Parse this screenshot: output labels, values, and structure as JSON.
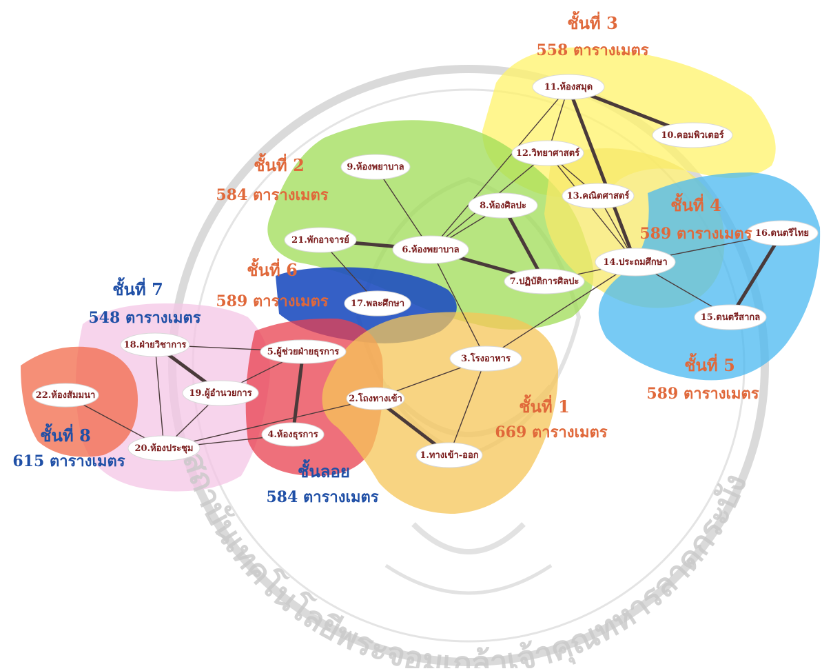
{
  "zones": [
    {
      "id": "f3",
      "title": "ชั้นที่ 3",
      "area": "558 ตารางเมตร",
      "color": "#fff36a"
    },
    {
      "id": "f2",
      "title": "ชั้นที่ 2",
      "area": "584  ตารางเมตร",
      "color": "#9fdc56"
    },
    {
      "id": "f4",
      "title": "ชั้นที่ 4",
      "area": "589 ตารางเมตร",
      "color": "#f7e86a"
    },
    {
      "id": "f5",
      "title": "ชั้นที่ 5",
      "area": "589 ตารางเมตร",
      "color": "#4ab8f0"
    },
    {
      "id": "f6",
      "title": "ชั้นที่ 6",
      "area": "589 ตารางเมตร",
      "color": "#1f4fc0"
    },
    {
      "id": "f7",
      "title": "ชั้นที่ 7",
      "area": "548  ตารางเมตร",
      "color": "#f4c6e6"
    },
    {
      "id": "f8",
      "title": "ชั้นที่ 8",
      "area": "615  ตารางเมตร",
      "color": "#f26a4a"
    },
    {
      "id": "mz",
      "title": "ชั้นลอย",
      "area": "584  ตารางเมตร",
      "color": "#e8404f"
    },
    {
      "id": "f1",
      "title": "ชั้นที่ 1",
      "area": "669  ตารางเมตร",
      "color": "#f5c558"
    }
  ],
  "rooms": [
    {
      "id": "r1",
      "label": "1.ทางเข้า-ออก"
    },
    {
      "id": "r2",
      "label": "2.โถงทางเข้า"
    },
    {
      "id": "r3",
      "label": "3.โรงอาหาร"
    },
    {
      "id": "r4",
      "label": "4.ห้องธุรการ"
    },
    {
      "id": "r5",
      "label": "5.ผู้ช่วยฝ่ายธุรการ"
    },
    {
      "id": "r6",
      "label": "6.ห้องพยาบาล"
    },
    {
      "id": "r7",
      "label": "7.ปฏิบัติการศิลปะ"
    },
    {
      "id": "r8",
      "label": "8.ห้องศิลปะ"
    },
    {
      "id": "r9",
      "label": "9.ห้องพยาบาล"
    },
    {
      "id": "r10",
      "label": "10.คอมพิวเตอร์"
    },
    {
      "id": "r11",
      "label": "11.ห้องสมุด"
    },
    {
      "id": "r12",
      "label": "12.วิทยาศาสตร์"
    },
    {
      "id": "r13",
      "label": "13.คณิตศาสตร์"
    },
    {
      "id": "r14",
      "label": "14.ประถมศึกษา"
    },
    {
      "id": "r15",
      "label": "15.ดนตรีสากล"
    },
    {
      "id": "r16",
      "label": "16.ดนตรีไทย"
    },
    {
      "id": "r17",
      "label": "17.พละศึกษา"
    },
    {
      "id": "r18",
      "label": "18.ฝ่ายวิชาการ"
    },
    {
      "id": "r19",
      "label": "19.ผู้อำนวยการ"
    },
    {
      "id": "r20",
      "label": "20.ห้องประชุม"
    },
    {
      "id": "r21",
      "label": "21.พักอาจารย์"
    },
    {
      "id": "r22",
      "label": "22.ห้องสัมมนา"
    }
  ],
  "links": [
    [
      "r1",
      "r2",
      "strong"
    ],
    [
      "r1",
      "r3",
      "weak"
    ],
    [
      "r2",
      "r3",
      "weak"
    ],
    [
      "r2",
      "r20",
      "weak"
    ],
    [
      "r3",
      "r6",
      "weak"
    ],
    [
      "r3",
      "r14",
      "weak"
    ],
    [
      "r4",
      "r5",
      "strong"
    ],
    [
      "r4",
      "r20",
      "weak"
    ],
    [
      "r5",
      "r18",
      "weak"
    ],
    [
      "r5",
      "r19",
      "weak"
    ],
    [
      "r6",
      "r21",
      "strong"
    ],
    [
      "r6",
      "r7",
      "strong"
    ],
    [
      "r6",
      "r8",
      "weak"
    ],
    [
      "r6",
      "r9",
      "weak"
    ],
    [
      "r6",
      "r11",
      "weak"
    ],
    [
      "r6",
      "r12",
      "weak"
    ],
    [
      "r7",
      "r8",
      "strong"
    ],
    [
      "r7",
      "r14",
      "weak"
    ],
    [
      "r11",
      "r10",
      "strong"
    ],
    [
      "r11",
      "r12",
      "weak"
    ],
    [
      "r11",
      "r14",
      "strong"
    ],
    [
      "r12",
      "r13",
      "weak"
    ],
    [
      "r12",
      "r14",
      "weak"
    ],
    [
      "r13",
      "r14",
      "weak"
    ],
    [
      "r14",
      "r16",
      "weak"
    ],
    [
      "r14",
      "r15",
      "weak"
    ],
    [
      "r15",
      "r16",
      "strong"
    ],
    [
      "r17",
      "r21",
      "weak"
    ],
    [
      "r18",
      "r19",
      "strong"
    ],
    [
      "r18",
      "r20",
      "weak"
    ],
    [
      "r19",
      "r20",
      "weak"
    ],
    [
      "r20",
      "r22",
      "weak"
    ]
  ],
  "watermark": {
    "text": "สถาบันเทคโนโลยีพระจอมเกล้าเจ้าคุณทหารลาดกระบัง"
  },
  "colors": {
    "link": "#4a3a3a",
    "node_fill": "#ffffff",
    "node_text": "#7a1c1c",
    "blue_label": "#1f4fa6",
    "orange_label": "#e0683a"
  }
}
